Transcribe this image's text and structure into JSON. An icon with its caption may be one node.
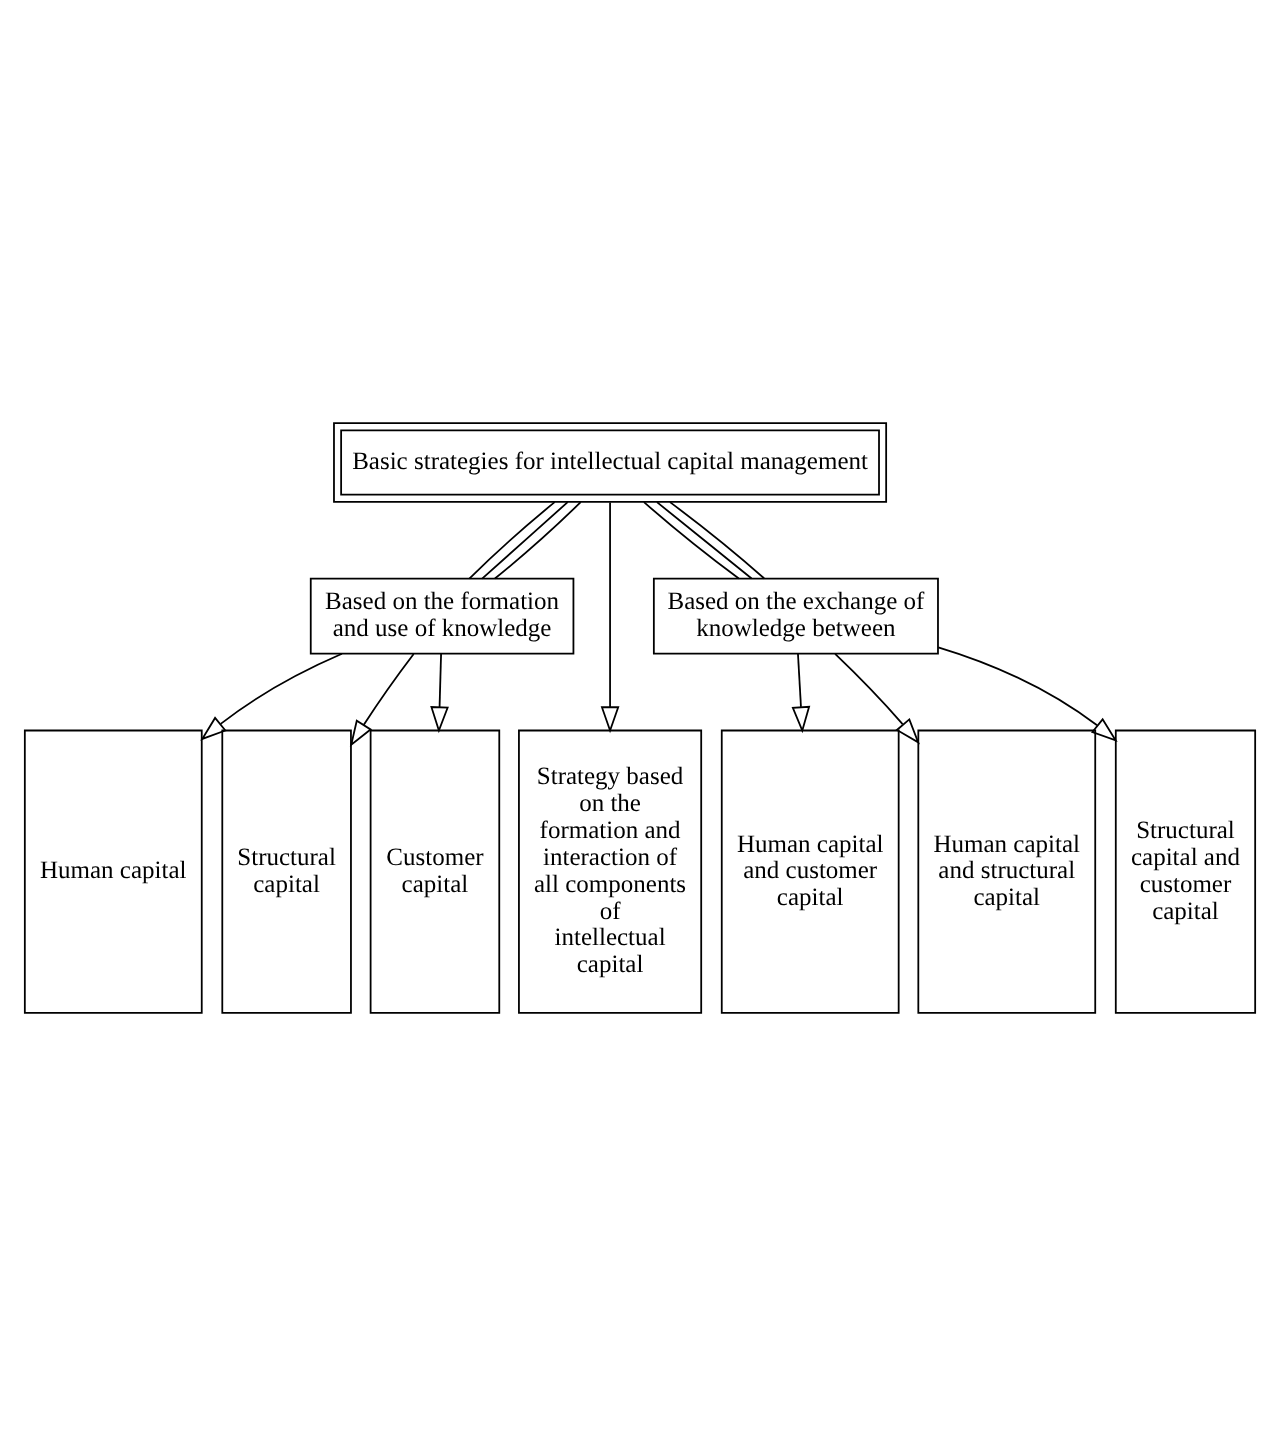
{
  "diagram": {
    "nodes": [
      {
        "text": [
          "Basic strategies for intellectual capital management"
        ]
      },
      {
        "text": [
          "Based on the formation and use of knowledge"
        ]
      },
      {
        "text": [
          "Based on the exchange of knowledge between"
        ]
      },
      {
        "text": [
          "Human capital"
        ]
      },
      {
        "text": [
          "Structural capital"
        ]
      },
      {
        "text": [
          "Customer capital"
        ]
      },
      {
        "text": [
          "Strategy based on the formation and interaction of all components of intellectual capital"
        ]
      },
      {
        "text": [
          "Human capital and customer capital"
        ]
      },
      {
        "text": [
          "Human capital and structural capital"
        ]
      },
      {
        "text": [
          "Structural capital and customer capital"
        ]
      }
    ],
    "edges": [
      {
        "from": 0,
        "to": 1,
        "arrow": "none"
      },
      {
        "from": 0,
        "to": 1,
        "arrow": "none"
      },
      {
        "from": 0,
        "to": 1,
        "arrow": "none"
      },
      {
        "from": 0,
        "to": 6,
        "arrow": "to"
      },
      {
        "from": 0,
        "to": 2,
        "arrow": "none"
      },
      {
        "from": 0,
        "to": 2,
        "arrow": "none"
      },
      {
        "from": 0,
        "to": 2,
        "arrow": "none"
      },
      {
        "from": 1,
        "to": 3,
        "arrow": "to"
      },
      {
        "from": 1,
        "to": 4,
        "arrow": "to"
      },
      {
        "from": 1,
        "to": 5,
        "arrow": "to"
      },
      {
        "from": 2,
        "to": 7,
        "arrow": "to"
      },
      {
        "from": 2,
        "to": 8,
        "arrow": "to"
      },
      {
        "from": 2,
        "to": 9,
        "arrow": "to"
      }
    ]
  }
}
